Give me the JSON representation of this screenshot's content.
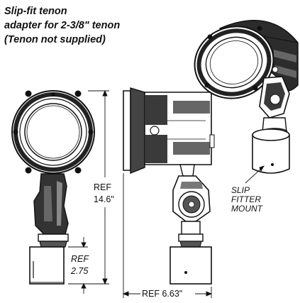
{
  "caption": {
    "line1": "Slip-fit tenon",
    "line2": "adapter for 2-3/8\" tenon",
    "line3": "(Tenon not supplied)"
  },
  "dimensions": {
    "height_ref_label": "REF",
    "height_value": "14.6\"",
    "tenon_ref_label": "REF",
    "tenon_value": "2.75",
    "depth_label": "REF 6.63\""
  },
  "callout": {
    "line1": "SLIP",
    "line2": "FITTER",
    "line3": "MOUNT"
  },
  "colors": {
    "ink": "#111111",
    "paper": "#ffffff",
    "shade": "#2a2a2a"
  },
  "icons": [
    "front-view-drawing",
    "side-view-drawing",
    "iso-view-drawing"
  ]
}
